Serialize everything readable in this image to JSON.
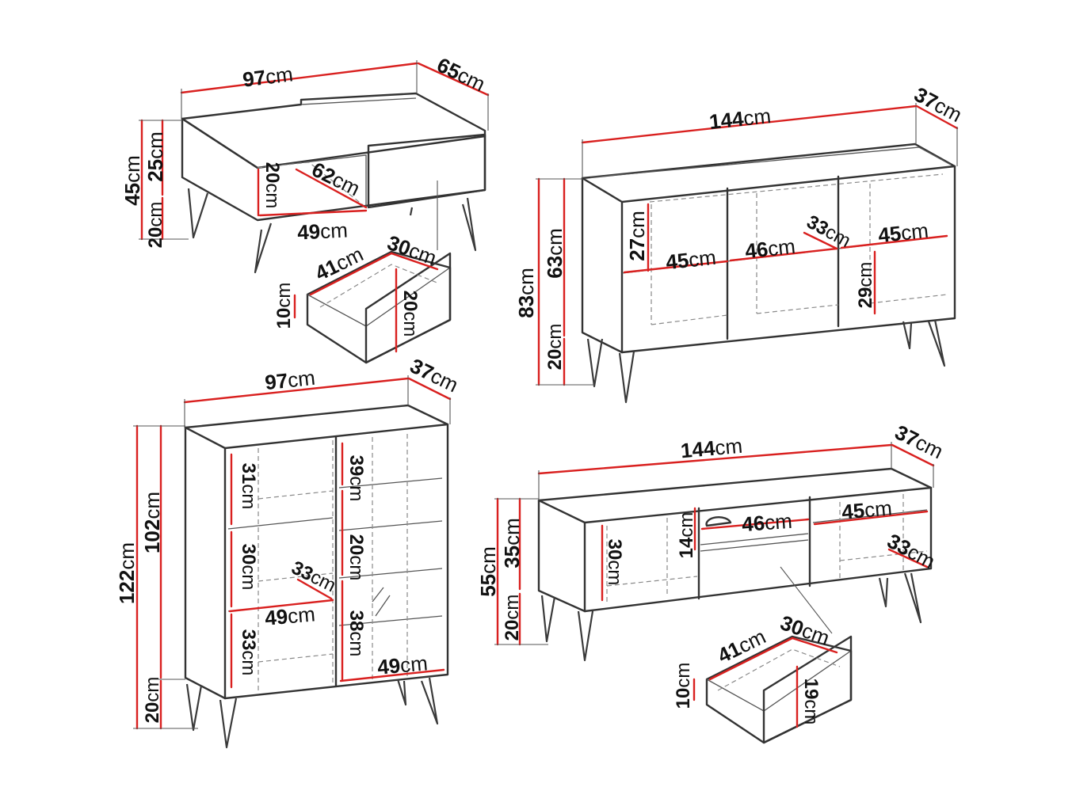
{
  "colors": {
    "outline": "#333333",
    "dimension_line": "#d9201f",
    "dashed": "#8a8a8a",
    "text": "#111111"
  },
  "unit": "cm",
  "coffee_table": {
    "width": "97",
    "depth": "65",
    "height": "45",
    "top_height": "25",
    "leg_height": "20",
    "inner_height": "20",
    "inner_diagonal": "62",
    "inner_width": "49",
    "drawer": {
      "width": "41",
      "depth": "30",
      "height": "20",
      "front": "10"
    }
  },
  "sideboard": {
    "width": "144",
    "depth": "37",
    "height": "83",
    "body_height": "63",
    "leg_height": "20",
    "shelf_height_top": "27",
    "shelf_height_bottom": "29",
    "compartment_left": "45",
    "compartment_middle": "46",
    "compartment_right": "45",
    "compartment_depth": "33"
  },
  "highboard": {
    "width": "97",
    "depth": "37",
    "height": "122",
    "body_height": "102",
    "leg_height": "20",
    "left_top": "31",
    "left_middle": "30",
    "left_bottom": "33",
    "left_width": "49",
    "left_depth": "33",
    "right_top": "39",
    "right_middle": "20",
    "right_bottom": "38",
    "right_width": "49"
  },
  "tv_stand": {
    "width": "144",
    "depth": "37",
    "height": "55",
    "body_height": "35",
    "leg_height": "20",
    "left_height": "30",
    "drawer_compartment_height": "14",
    "drawer_compartment_width": "46",
    "right_width": "45",
    "right_depth": "33",
    "drawer": {
      "width": "41",
      "depth": "30",
      "height": "19",
      "front": "10"
    }
  }
}
